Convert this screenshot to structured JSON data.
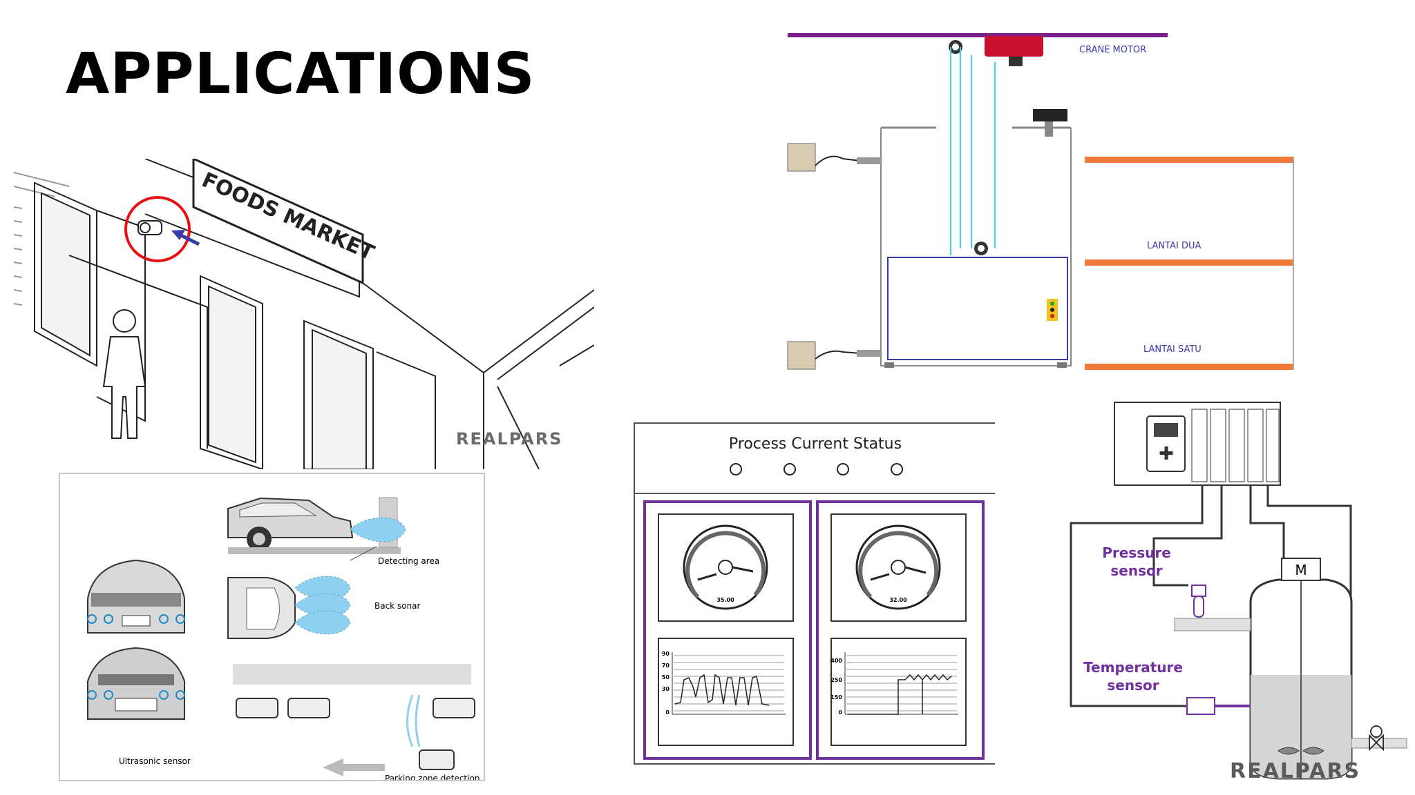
{
  "page": {
    "title": "APPLICATIONS"
  },
  "storefront": {
    "sign": "FOODS MARKET",
    "watermark": "REALPARS"
  },
  "parking": {
    "detecting_area": "Detecting area",
    "back_sonar": "Back sonar",
    "ultrasonic_sensor": "Ultrasonic sensor",
    "parking_zone_detection": "Parking zone detection"
  },
  "elevator": {
    "crane_motor": "CRANE MOTOR",
    "floor_two": "LANTAI DUA",
    "floor_one": "LANTAI SATU",
    "colors": {
      "rail": "#7a1f8a",
      "floor": "#f07a3a",
      "cab": "#3a3aa8",
      "cable": "#3ad6e0"
    }
  },
  "hmi": {
    "title": "Process Current Status",
    "indicator_count": 4,
    "gauges": [
      {
        "value": 35.0,
        "label": "35.00"
      },
      {
        "value": 32.0,
        "label": "32.00"
      }
    ],
    "trend_left": {
      "ticks": [
        "90",
        "70",
        "50",
        "30",
        "0"
      ]
    },
    "trend_right": {
      "ticks": [
        "400",
        "250",
        "150",
        "0"
      ]
    },
    "colors": {
      "frame": "#7030a0"
    }
  },
  "tank": {
    "pressure_sensor": [
      "Pressure",
      "sensor"
    ],
    "temperature_sensor": [
      "Temperature",
      "sensor"
    ],
    "motor": "M",
    "watermark": "REALPARS",
    "colors": {
      "label": "#7030a0"
    }
  }
}
